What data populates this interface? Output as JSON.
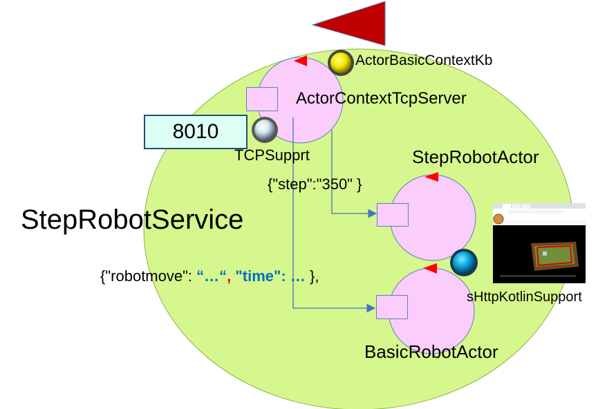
{
  "service": {
    "label": "StepRobotService"
  },
  "actors": {
    "kb": {
      "label": "ActorBasicContextKb"
    },
    "tcp_server": {
      "label": "ActorContextTcpServer"
    },
    "step_robot": {
      "label": "StepRobotActor"
    },
    "basic_robot": {
      "label": "BasicRobotActor"
    }
  },
  "supports": {
    "tcp": {
      "label": "TCPSupprt"
    },
    "http": {
      "label": "sHttpKotlinSupport"
    }
  },
  "port": {
    "value": "8010"
  },
  "messages": {
    "step": "{\"step\":\"350\" }",
    "robotmove_prefix": "{\"robotmove\": ",
    "robotmove_value": "“…“",
    "robotmove_comma": ",",
    "time_key": " \"time\": …",
    "robotmove_suffix": " },"
  },
  "colors": {
    "service_fill": "#d6f78d",
    "actor_fill": "#fbcdfb",
    "actor_stroke": "#5b7fbf",
    "arrow": "#4472c4",
    "flag": "#c00000",
    "message_blue": "#0070c0",
    "message_red": "#ff0000"
  },
  "icons": {
    "kb_ball": "yellow-ball-icon",
    "tcp_ball": "silver-ball-icon",
    "http_ball": "blue-ball-icon",
    "flag": "red-flag-icon"
  }
}
